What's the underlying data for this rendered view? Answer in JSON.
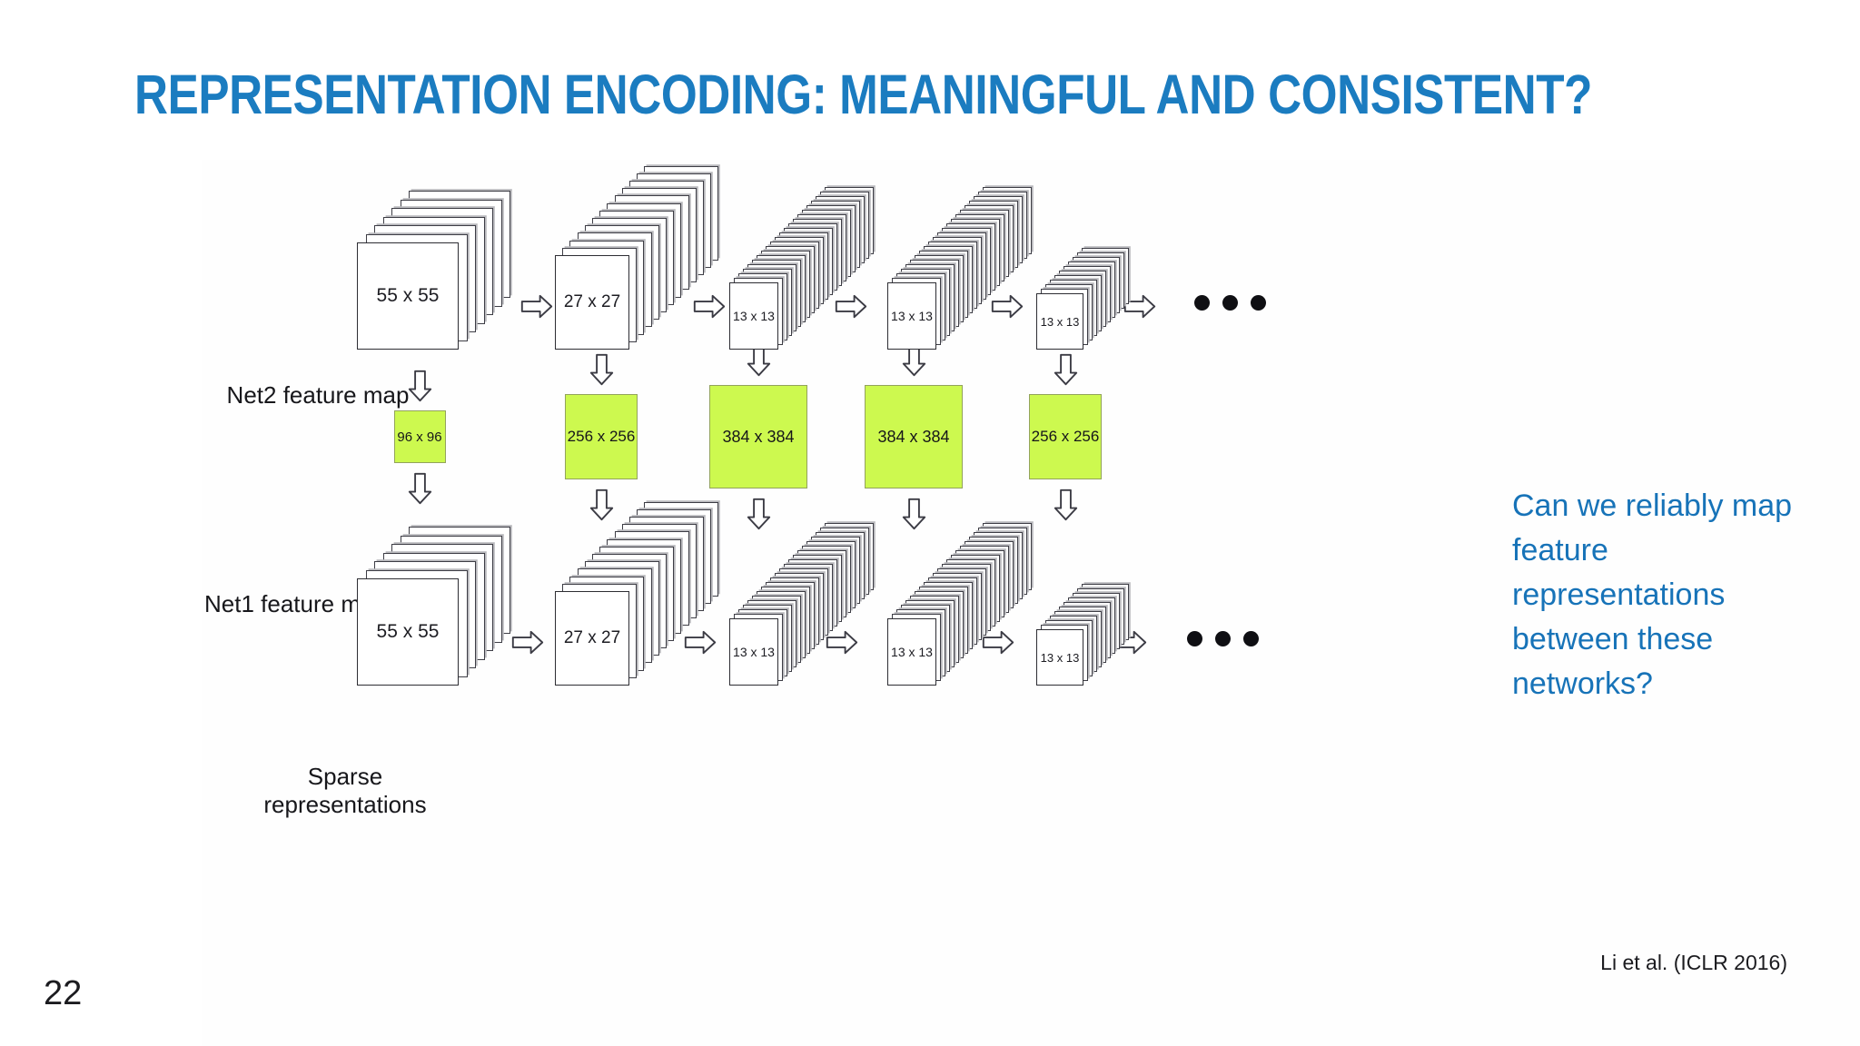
{
  "slide": {
    "title": "REPRESENTATION ENCODING: MEANINGFUL AND CONSISTENT?",
    "page_number": "22",
    "citation": "Li et al. (ICLR 2016)",
    "title_color": "#1b7cc0",
    "accent_color": "#1773b8",
    "sparse_box_color": "#cdf94f"
  },
  "side_question": {
    "text": "Can we reliably map feature representations between these networks?"
  },
  "diagram": {
    "row_labels": {
      "net1": "Net1  feature map",
      "net2": "Net2  feature map",
      "sparse": "Sparse\nrepresentations"
    },
    "net1_stacks": [
      {
        "label": "55 x 55",
        "layers": 7
      },
      {
        "label": "27 x 27",
        "layers": 13
      },
      {
        "label": "13 x 13",
        "layers": 22
      },
      {
        "label": "13 x 13",
        "layers": 22
      },
      {
        "label": "13 x 13",
        "layers": 11
      }
    ],
    "net2_stacks": [
      {
        "label": "55 x 55",
        "layers": 7
      },
      {
        "label": "27 x 27",
        "layers": 13
      },
      {
        "label": "13 x 13",
        "layers": 22
      },
      {
        "label": "13 x 13",
        "layers": 22
      },
      {
        "label": "13 x 13",
        "layers": 11
      }
    ],
    "sparse_boxes": [
      {
        "label": "96 x 96"
      },
      {
        "label": "256 x 256"
      },
      {
        "label": "384 x 384"
      },
      {
        "label": "384 x 384"
      },
      {
        "label": "256 x 256"
      }
    ],
    "ellipsis": "• • •",
    "arrow_right_count_per_row": 5,
    "arrow_down_top_count": 5,
    "arrow_down_bottom_count": 5
  }
}
